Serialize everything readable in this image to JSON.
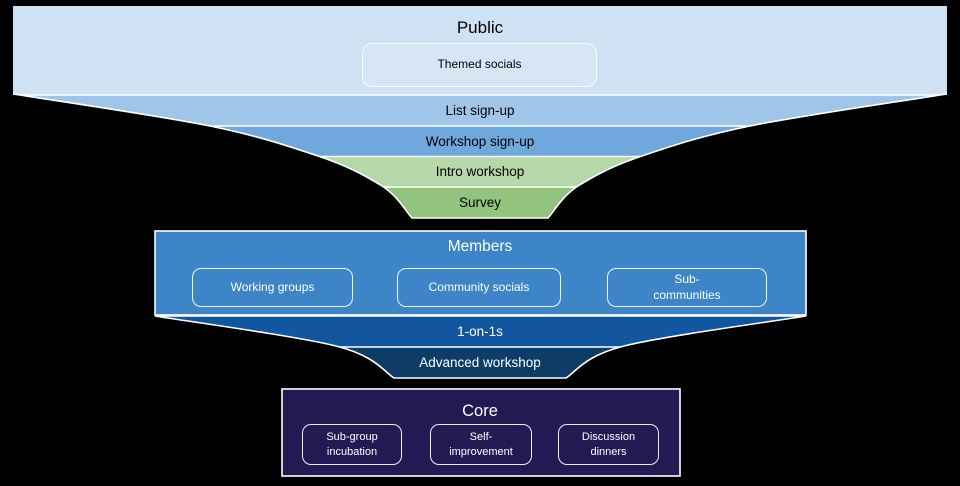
{
  "colors": {
    "background": "#000000",
    "public": "#cfe2f3",
    "list_signup": "#9fc5e8",
    "workshop_signup": "#6fa8dc",
    "intro_workshop": "#b6d7a8",
    "survey": "#93c47d",
    "members": "#3d85c6",
    "one_on_ones": "#11569f",
    "advanced_workshop": "#0d3d66",
    "core": "#221a53",
    "outline": "#ffffff",
    "text_dark": "#000000",
    "text_light": "#ffffff"
  },
  "public": {
    "title": "Public",
    "items": [
      {
        "label": "Themed socials"
      }
    ]
  },
  "upper_bands": [
    {
      "label": "List sign-up"
    },
    {
      "label": "Workshop sign-up"
    },
    {
      "label": "Intro workshop"
    },
    {
      "label": "Survey"
    }
  ],
  "members": {
    "title": "Members",
    "items": [
      {
        "label": "Working groups"
      },
      {
        "label": "Community socials"
      },
      {
        "label": "Sub-\ncommunities"
      }
    ]
  },
  "lower_bands": [
    {
      "label": "1-on-1s"
    },
    {
      "label": "Advanced workshop"
    }
  ],
  "core": {
    "title": "Core",
    "items": [
      {
        "label": "Sub-group\nincubation"
      },
      {
        "label": "Self-\nimprovement"
      },
      {
        "label": "Discussion\ndinners"
      }
    ]
  }
}
